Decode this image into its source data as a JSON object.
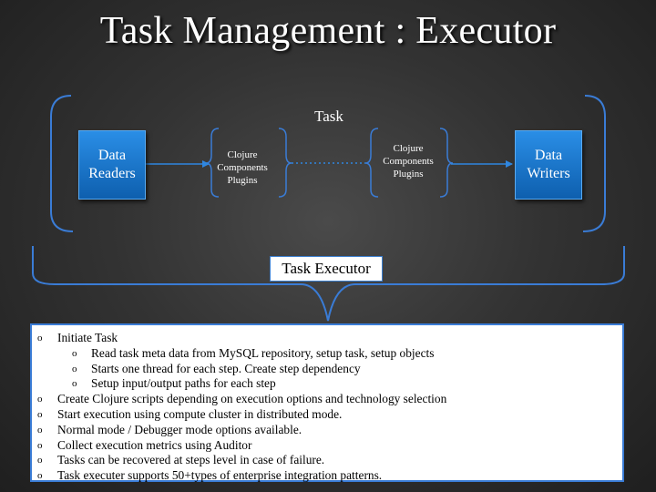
{
  "title": "Task Management : Executor",
  "task": {
    "label": "Task",
    "data_readers": [
      "Data",
      "Readers"
    ],
    "data_writers": [
      "Data",
      "Writers"
    ],
    "plugin_group_1": [
      "Clojure",
      "Components",
      "Plugins"
    ],
    "plugin_group_2": [
      "Clojure",
      "Components",
      "Plugins"
    ]
  },
  "executor_label": "Task Executor",
  "bullet_marker": "o",
  "bullets": [
    {
      "level": 0,
      "text": "Initiate Task"
    },
    {
      "level": 1,
      "text": "Read task meta data from MySQL repository, setup task, setup objects"
    },
    {
      "level": 1,
      "text": "Starts one thread for each step. Create step dependency"
    },
    {
      "level": 1,
      "text": "Setup input/output paths for each step"
    },
    {
      "level": 0,
      "text": "Create Clojure scripts depending on execution options and technology selection"
    },
    {
      "level": 0,
      "text": "Start execution using compute cluster in distributed mode."
    },
    {
      "level": 0,
      "text": "Normal mode / Debugger mode options available."
    },
    {
      "level": 0,
      "text": "Collect execution metrics using Auditor"
    },
    {
      "level": 0,
      "text": "Tasks can be recovered at steps level in case of failure."
    },
    {
      "level": 0,
      "text": "Task executer supports 50+types of enterprise integration patterns."
    }
  ],
  "colors": {
    "accent": "#3a7cd6",
    "box_fill": "#1a73cc",
    "text": "#ffffff"
  }
}
